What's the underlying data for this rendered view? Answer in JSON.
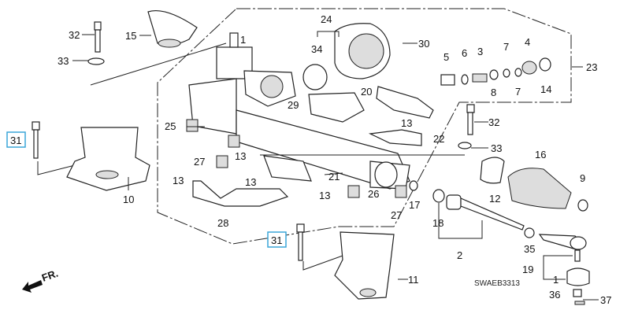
{
  "diagram_code": "SWAEB3313",
  "front_indicator": "FR.",
  "highlight_color": "#3aa6d8",
  "callouts": [
    "32",
    "15",
    "33",
    "1",
    "24",
    "34",
    "30",
    "5",
    "6",
    "3",
    "7",
    "4",
    "23",
    "8",
    "7",
    "14",
    "29",
    "20",
    "13",
    "32",
    "25",
    "22",
    "33",
    "13",
    "27",
    "16",
    "21",
    "13",
    "13",
    "9",
    "13",
    "12",
    "26",
    "17",
    "27",
    "28",
    "18",
    "10",
    "31",
    "31",
    "2",
    "35",
    "11",
    "19",
    "1",
    "36",
    "37"
  ]
}
